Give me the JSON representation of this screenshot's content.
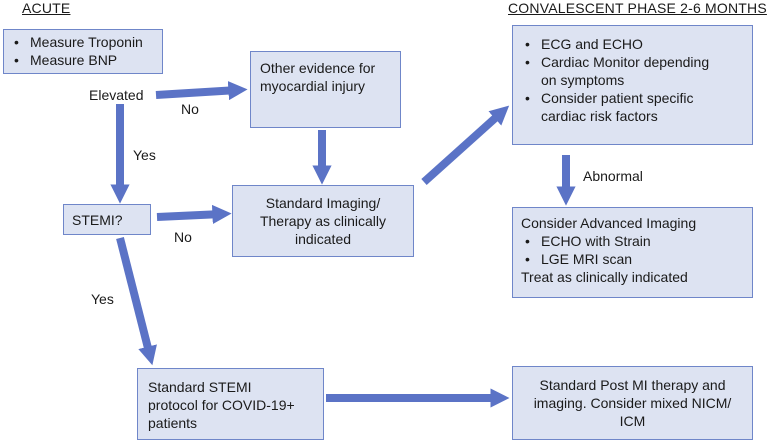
{
  "headers": {
    "acute": "ACUTE",
    "convalescent": "CONVALESCENT PHASE 2-6 MONTHS"
  },
  "boxes": {
    "measure": {
      "items": [
        "Measure Troponin",
        "Measure BNP"
      ]
    },
    "other_evidence": {
      "lines": [
        "Other evidence for",
        "myocardial injury"
      ]
    },
    "stemi": {
      "text": "STEMI?"
    },
    "standard_imaging": {
      "lines": [
        "Standard Imaging/",
        "Therapy as clinically",
        "indicated"
      ]
    },
    "stemi_protocol": {
      "lines": [
        "Standard STEMI",
        "protocol for COVID-19+",
        "patients"
      ]
    },
    "followup": {
      "items": [
        [
          "ECG and ECHO"
        ],
        [
          "Cardiac Monitor depending",
          "on symptoms"
        ],
        [
          "Consider patient specific",
          "cardiac risk factors"
        ]
      ]
    },
    "advanced": {
      "title": "Consider Advanced Imaging",
      "items": [
        "ECHO with Strain",
        "LGE MRI scan"
      ],
      "footer": "Treat as clinically indicated"
    },
    "post_mi": {
      "lines": [
        "Standard Post MI therapy and",
        "imaging. Consider mixed NICM/",
        "ICM"
      ]
    }
  },
  "labels": {
    "elevated": "Elevated",
    "no_top": "No",
    "yes_top": "Yes",
    "no_mid": "No",
    "yes_bottom": "Yes",
    "abnormal": "Abnormal"
  },
  "colors": {
    "box_fill": "#dde3f2",
    "box_border": "#6f86c9",
    "arrow": "#5b73c6"
  }
}
